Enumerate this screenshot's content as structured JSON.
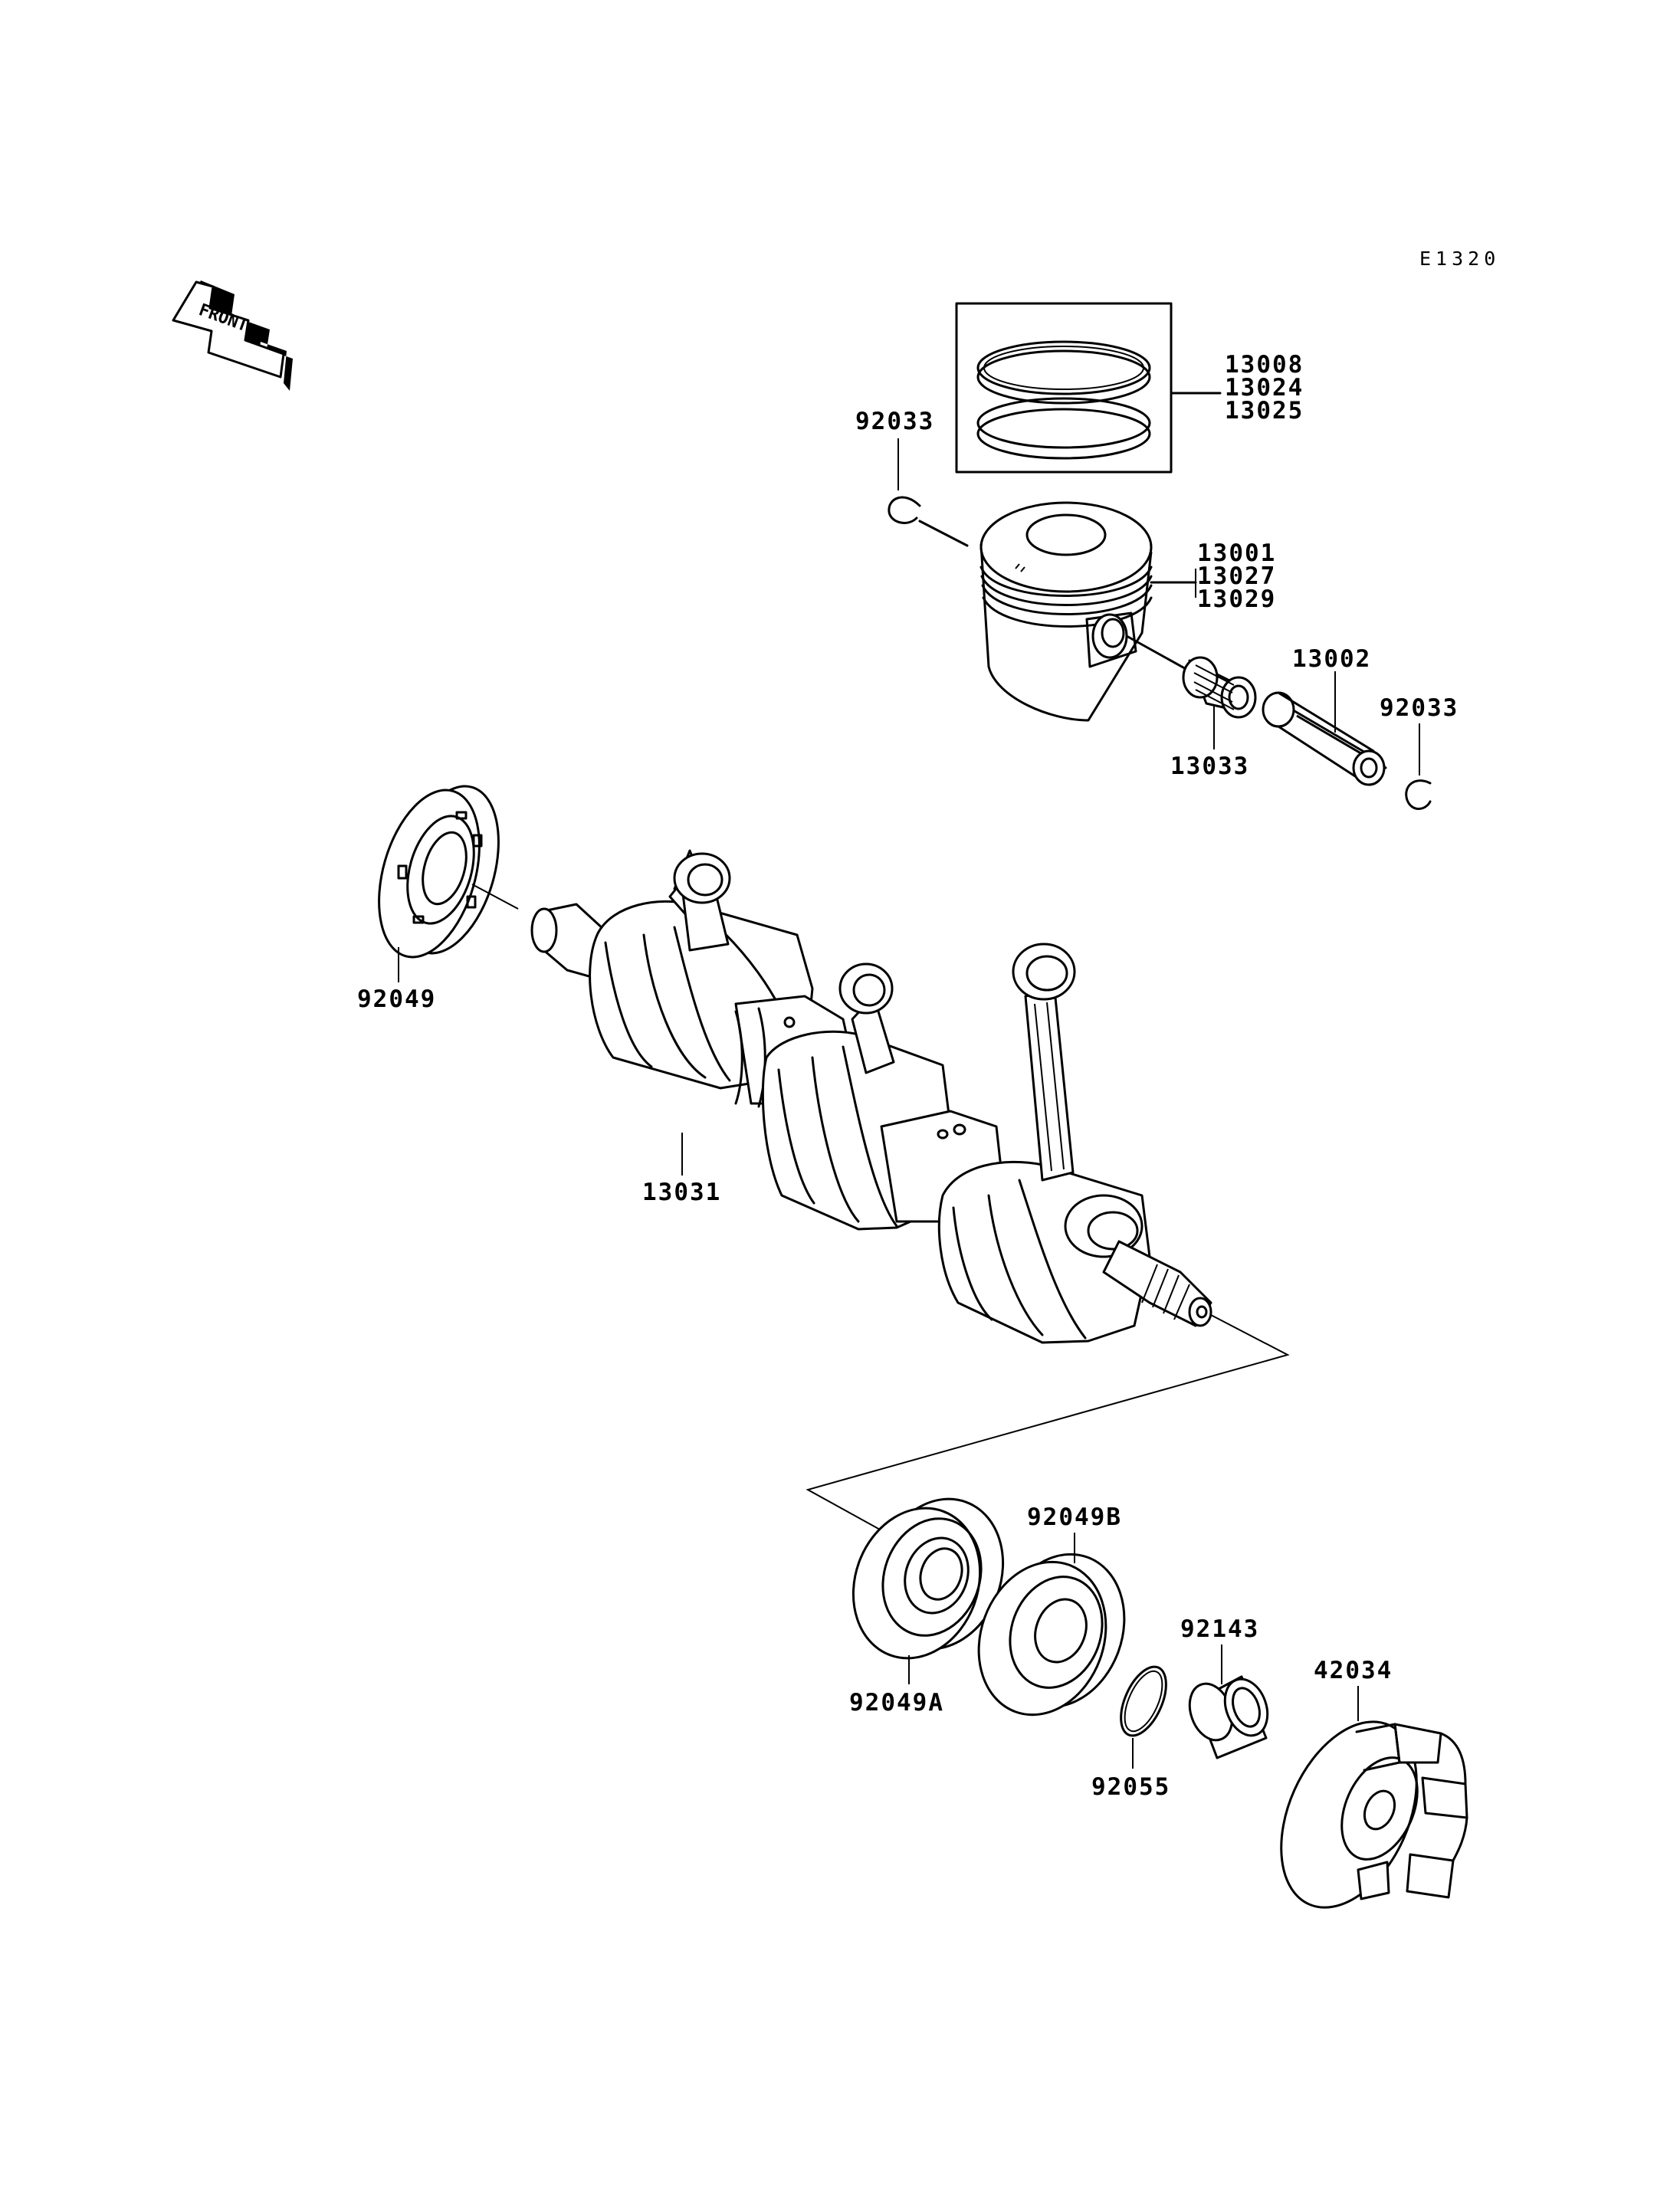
{
  "diagram": {
    "id": "E1320",
    "front_label": "FRONT"
  },
  "callouts": {
    "rings": [
      "13008",
      "13024",
      "13025"
    ],
    "piston": [
      "13001",
      "13027",
      "13029"
    ],
    "circlip_left": "92033",
    "circlip_right": "92033",
    "piston_pin": "13002",
    "needle_bearing": "13033",
    "oil_seal_left": "92049",
    "crankshaft": "13031",
    "oil_seal_a": "92049A",
    "oil_seal_b": "92049B",
    "o_ring": "92055",
    "collar": "92143",
    "coupling": "42034"
  }
}
